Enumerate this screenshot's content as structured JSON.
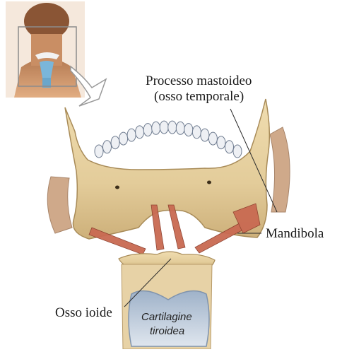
{
  "labels": {
    "mastoid_line1": "Processo mastoideo",
    "mastoid_line2": "(osso temporale)",
    "mandible": "Mandibola",
    "hyoid": "Osso ioide",
    "thyroid_line1": "Cartilagine",
    "thyroid_line2": "tiroidea"
  },
  "colors": {
    "bone": "#e3cc9a",
    "bone_shadow": "#c9ad74",
    "teeth": "#eef0f4",
    "muscle": "#c96a52",
    "cartilage": "#b9c7d8",
    "skin": "#d39a6f",
    "inset_frame": "#9a9a9a"
  },
  "icons": {
    "inset": "head-thumbnail-icon",
    "arrow": "curved-arrow-icon"
  }
}
